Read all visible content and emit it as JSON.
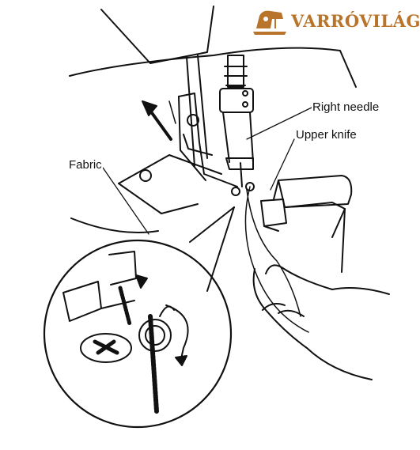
{
  "logo": {
    "text": "VARRÓVILÁG",
    "icon": "sewing-machine-logo-icon",
    "color": "#b9742c"
  },
  "labels": {
    "right_needle": "Right needle",
    "upper_knife": "Upper knife",
    "fabric": "Fabric"
  },
  "colors": {
    "line": "#111111",
    "background": "#ffffff"
  }
}
